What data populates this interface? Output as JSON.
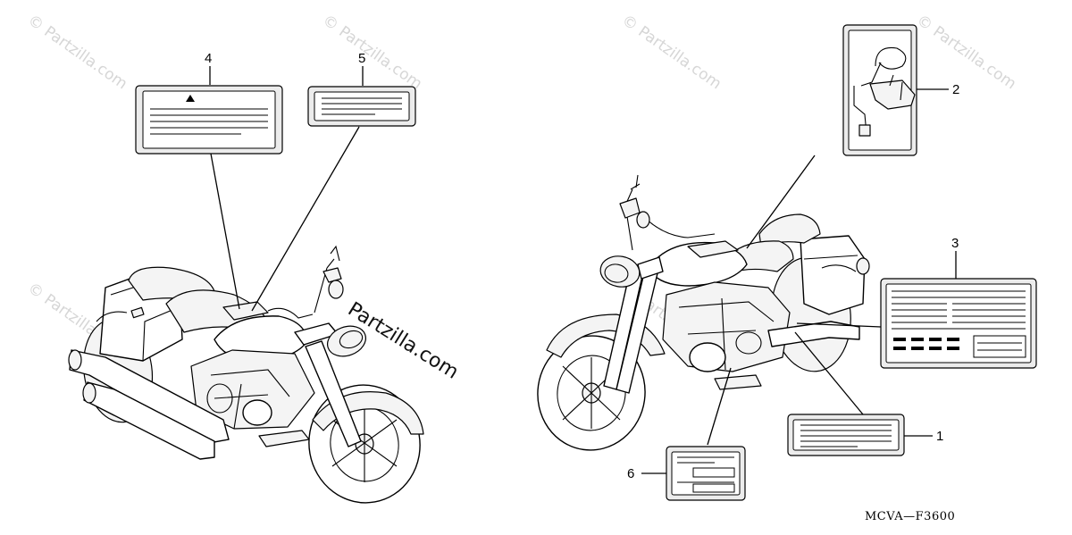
{
  "callouts": [
    {
      "id": "1",
      "text": "1"
    },
    {
      "id": "2",
      "text": "2"
    },
    {
      "id": "3",
      "text": "3"
    },
    {
      "id": "4",
      "text": "4"
    },
    {
      "id": "5",
      "text": "5"
    },
    {
      "id": "6",
      "text": "6"
    }
  ],
  "diagram_code": "MCVA—F3600",
  "watermark": {
    "tile_text": "© Partzilla.com",
    "center_text": "Partzilla.com"
  },
  "colors": {
    "label_fill": "#ececec",
    "watermark": "#d6d6d6"
  }
}
